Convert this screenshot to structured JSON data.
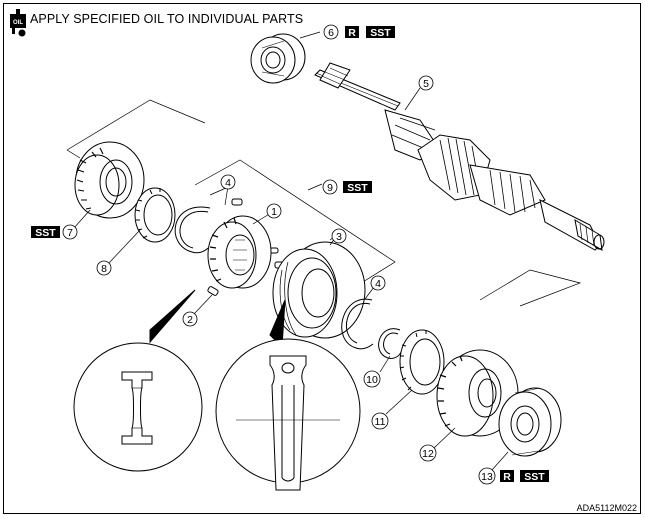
{
  "header": {
    "oil_icon_label": "OIL",
    "title": "APPLY SPECIFIED OIL TO INDIVIDUAL PARTS"
  },
  "callouts": {
    "n1": "1",
    "n2": "2",
    "n3": "3",
    "n4a": "4",
    "n4b": "4",
    "n5": "5",
    "n6": "6",
    "n7": "7",
    "n8": "8",
    "n9": "9",
    "n10": "10",
    "n11": "11",
    "n12": "12",
    "n13": "13"
  },
  "tags": {
    "r": "R",
    "sst": "SST"
  },
  "figure_code": "ADA5112M022"
}
